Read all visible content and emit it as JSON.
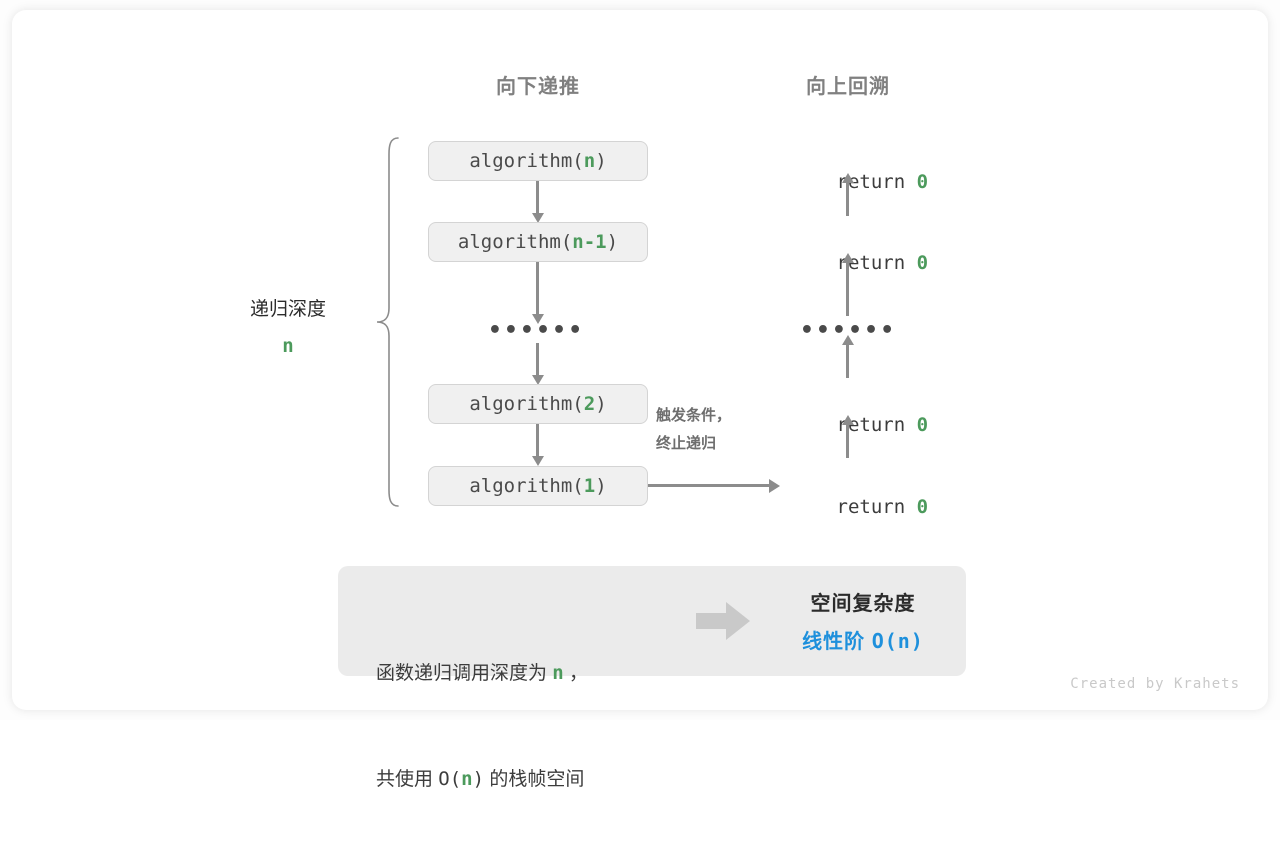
{
  "figure": {
    "title_hint": "recursion depth and space complexity diagram",
    "credit": "Created by Krahets",
    "colors": {
      "accent_green": "#4C9A5C",
      "accent_blue": "#1E90DC",
      "box_fill": "#F0F0F0",
      "box_border": "#D4D4D4",
      "arrow_gray": "#8C8C8C",
      "panel_fill": "#EBEBEB",
      "header_gray": "#808080"
    }
  },
  "columns": {
    "down_header": "向下递推",
    "up_header": "向上回溯"
  },
  "depth": {
    "label": "递归深度",
    "value": "n"
  },
  "calls": [
    {
      "fn": "algorithm(",
      "arg": "n",
      "close": ")"
    },
    {
      "fn": "algorithm(",
      "arg": "n-1",
      "close": ")"
    },
    {
      "ellipsis": "••••••"
    },
    {
      "fn": "algorithm(",
      "arg": "2",
      "close": ")"
    },
    {
      "fn": "algorithm(",
      "arg": "1",
      "close": ")"
    }
  ],
  "call_labels": {
    "box_n": {
      "fn": "algorithm(",
      "arg": "n",
      "close": ")"
    },
    "box_n1": {
      "fn": "algorithm(",
      "arg": "n-1",
      "close": ")"
    },
    "box_2": {
      "fn": "algorithm(",
      "arg": "2",
      "close": ")"
    },
    "box_1": {
      "fn": "algorithm(",
      "arg": "1",
      "close": ")"
    },
    "ellipsis": "••••••"
  },
  "returns": {
    "keyword": "return ",
    "value": "0",
    "ellipsis": "••••••"
  },
  "trigger_note": {
    "line1": "触发条件，",
    "line2": "终止递归"
  },
  "summary": {
    "left": {
      "line1_a": "函数递归调用深度为 ",
      "line1_n": "n",
      "line1_b": " ，",
      "line2_a": "共使用 ",
      "line2_o": "O(",
      "line2_n": "n",
      "line2_c": ")",
      "line2_b": " 的栈帧空间"
    },
    "arrow_icon": "block-right-arrow-icon",
    "right": {
      "title": "空间复杂度",
      "value_label": "线性阶 ",
      "value_notation": "O(n)"
    }
  }
}
